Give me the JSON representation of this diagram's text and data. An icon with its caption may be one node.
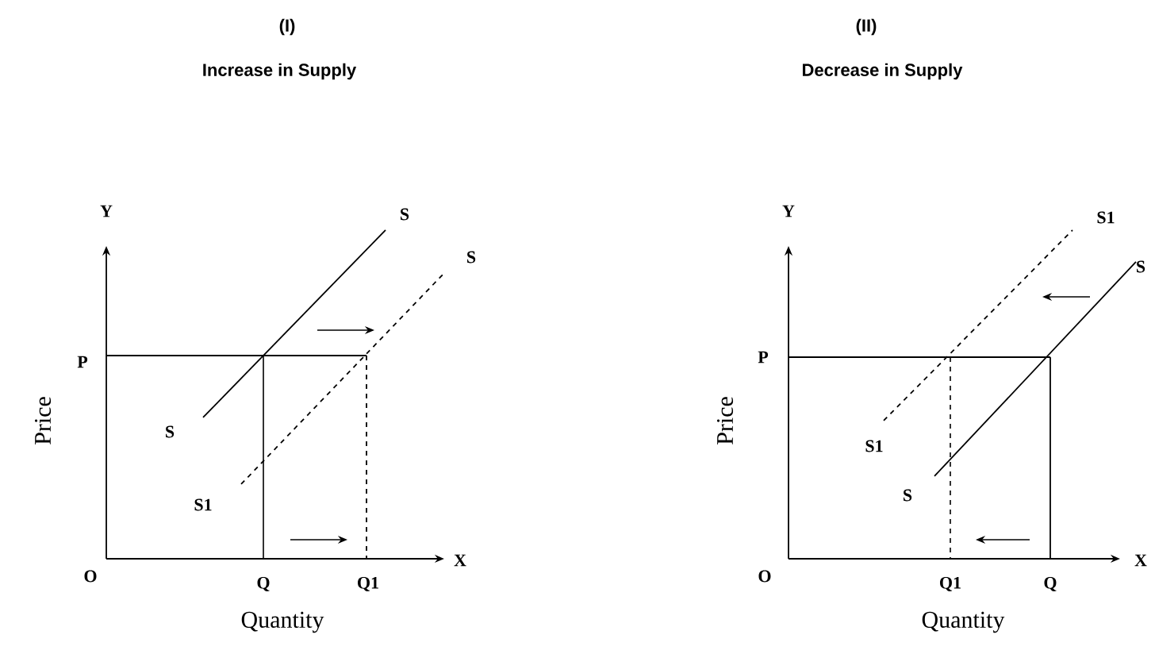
{
  "diagram": {
    "labels": [
      "(I)",
      "(II)",
      "Increase in Supply",
      "Decrease in Supply",
      "Y",
      "S",
      "S",
      "P",
      "S",
      "Price",
      "S1",
      "O",
      "Q",
      "Q1",
      "X",
      "Quantity",
      "Y",
      "S1",
      "S",
      "P",
      "S1",
      "Price",
      "S",
      "O",
      "Q1",
      "Q",
      "X",
      "Quantity"
    ]
  }
}
